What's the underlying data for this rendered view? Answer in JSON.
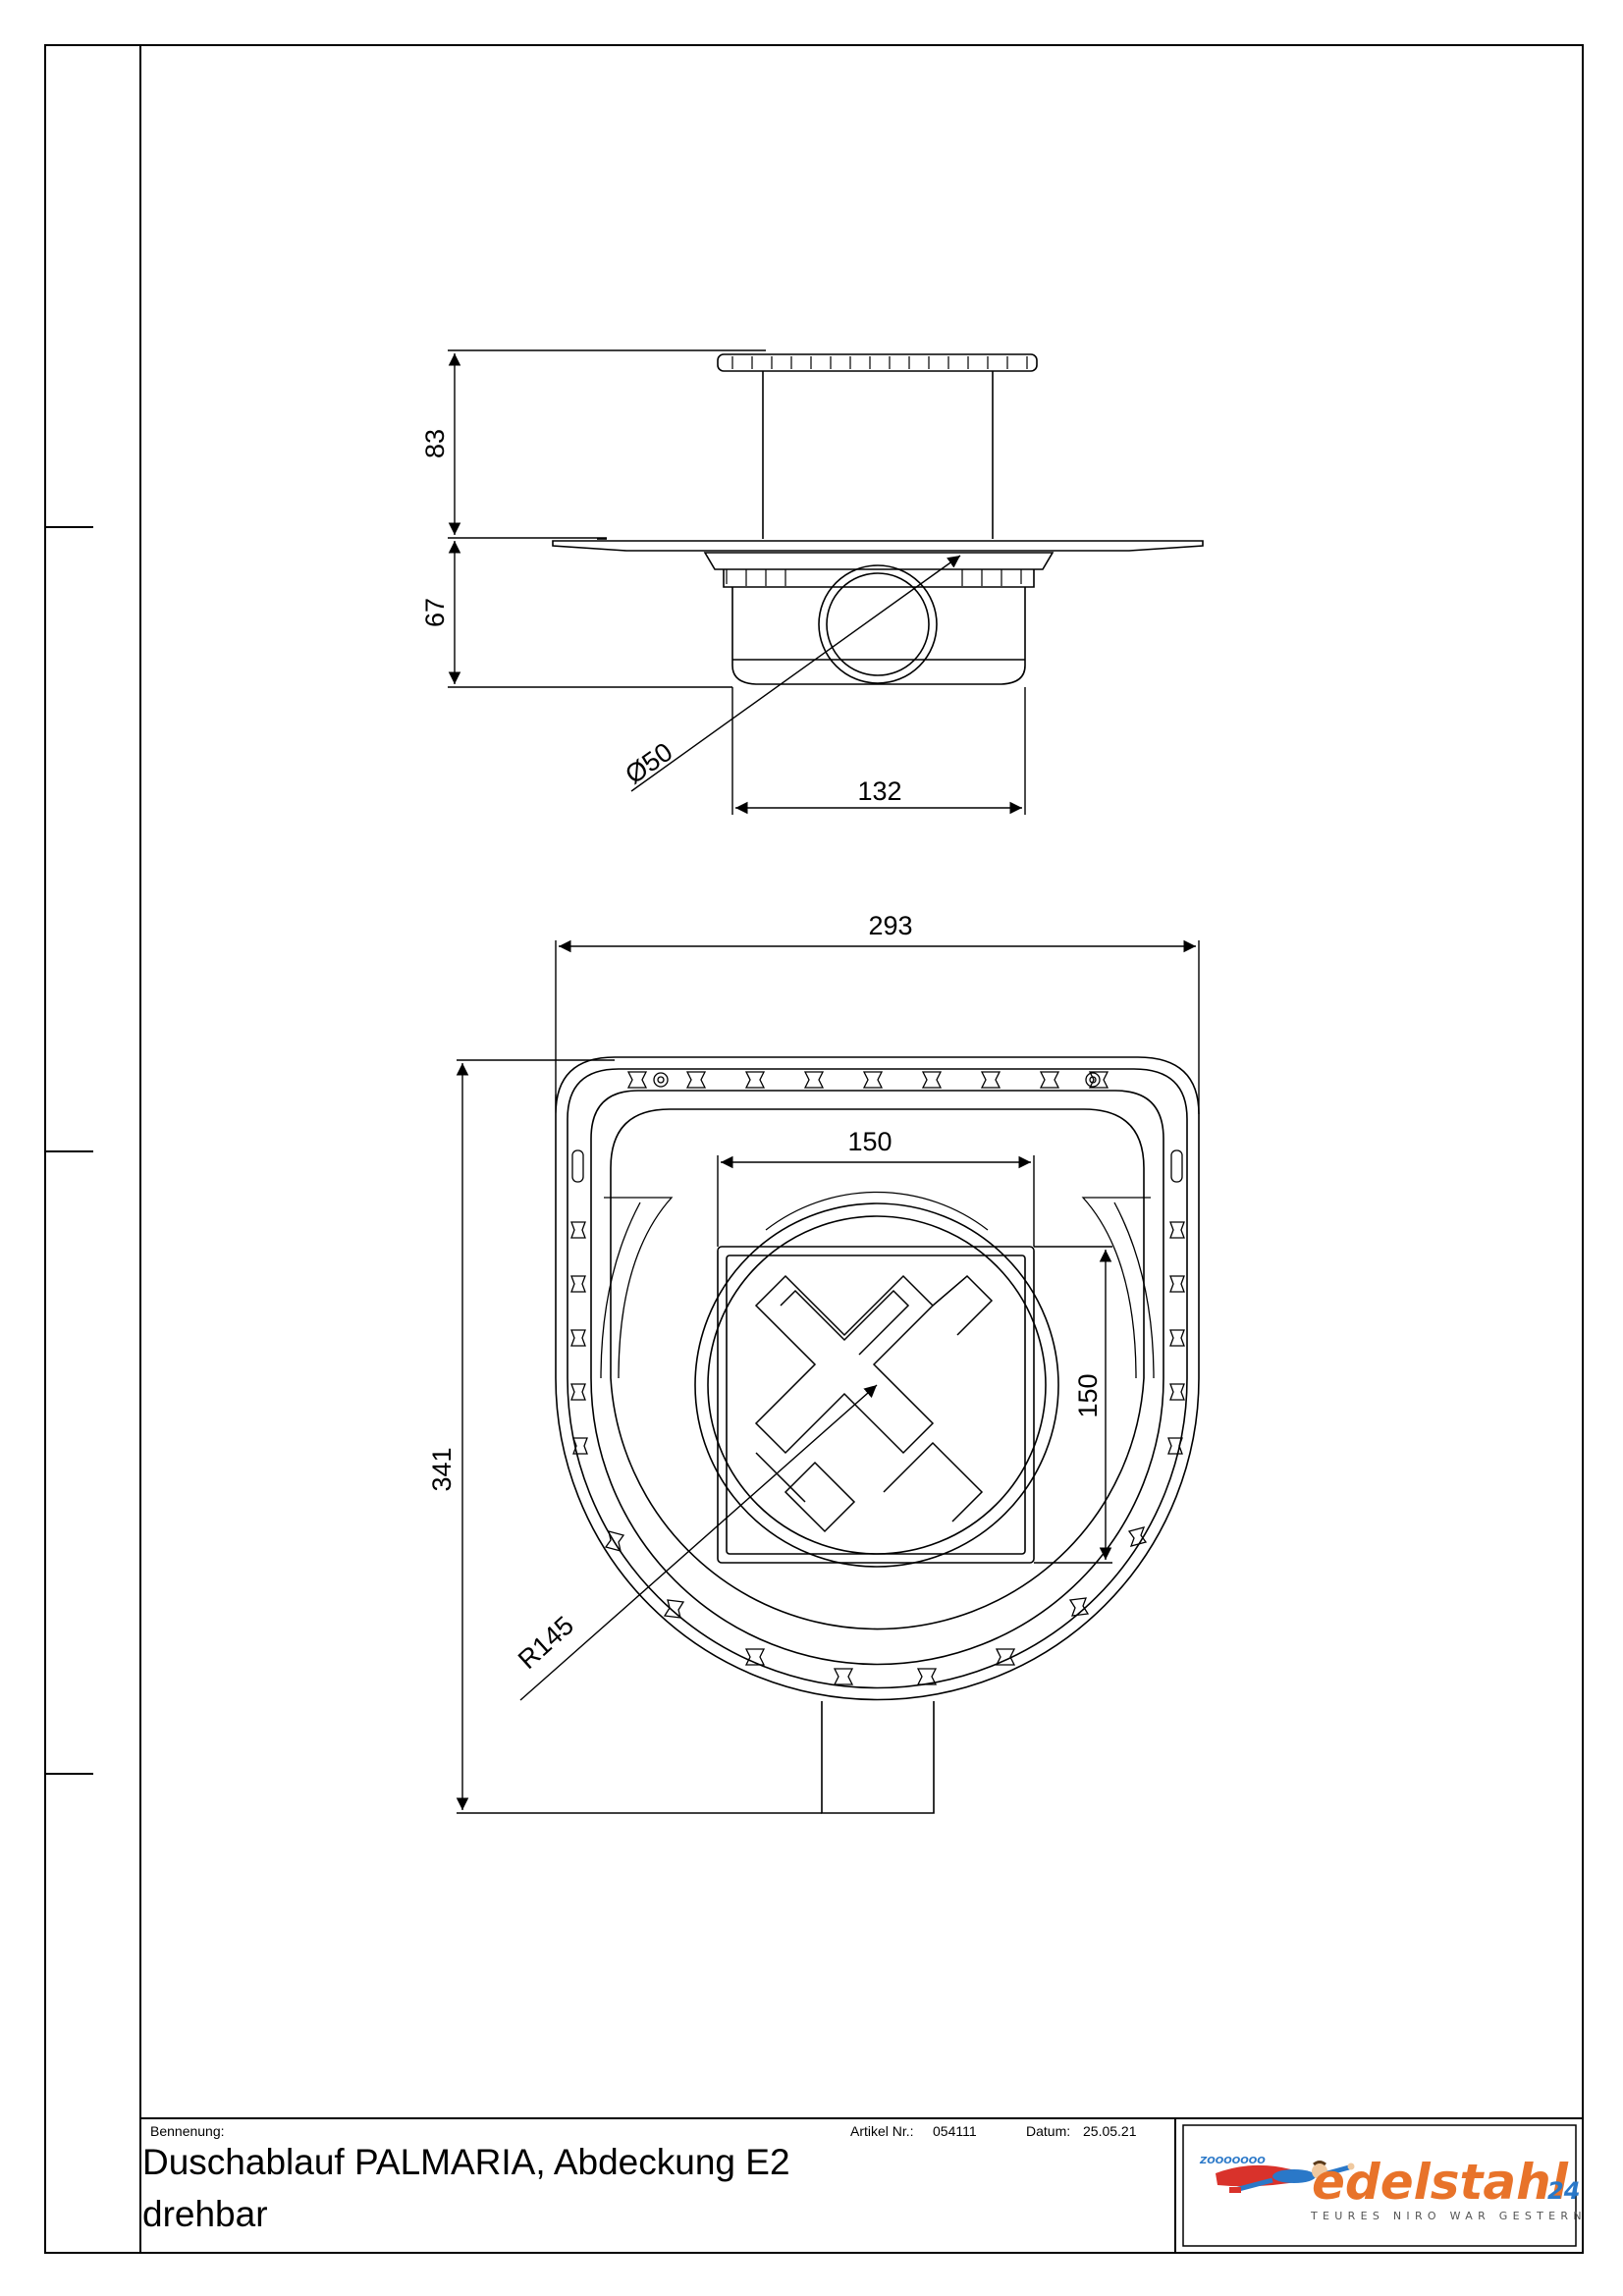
{
  "drawing": {
    "dimensions": {
      "height_top": "83",
      "height_bottom": "67",
      "pipe_diameter": "Ø50",
      "body_width": "132",
      "overall_width": "293",
      "grate_width": "150",
      "grate_height": "150",
      "overall_length": "341",
      "radius": "R145"
    }
  },
  "title_block": {
    "name_label": "Bennenung:",
    "article_label": "Artikel Nr.:",
    "article_number": "054111",
    "date_label": "Datum:",
    "date": "25.05.21",
    "title_line1": "Duschablauf PALMARIA, Abdeckung E2",
    "title_line2": "drehbar"
  },
  "logo": {
    "brand": "edelstahl",
    "brand_suffix": "24",
    "tagline": "TEURES NIRO WAR GESTERN",
    "onomatopoeia": "ZOOOOOOO",
    "colors": {
      "brand_orange": "#e8732a",
      "brand_blue": "#2a78c8"
    }
  }
}
